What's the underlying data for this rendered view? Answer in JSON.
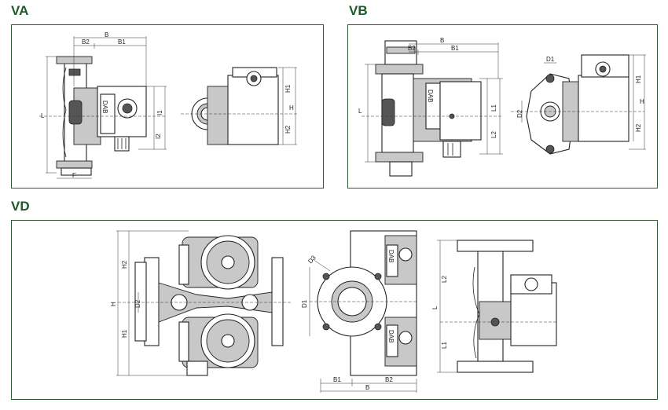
{
  "sections": {
    "va": {
      "title": "VA",
      "labels": {
        "B": "B",
        "B2": "B2",
        "B1": "B1",
        "L": "L",
        "F": "F",
        "I1": "I1",
        "I2": "I2",
        "H1": "H1",
        "H2": "H2",
        "H": "H"
      }
    },
    "vb": {
      "title": "VB",
      "labels": {
        "B": "B",
        "B2": "B2",
        "B1": "B1",
        "L": "L",
        "L1": "L1",
        "L2": "L2",
        "D1": "D1",
        "D2": "D2",
        "H1": "H1",
        "H2": "H2",
        "H": "H"
      }
    },
    "vd": {
      "title": "VD",
      "labels": {
        "H2": "H2",
        "H": "H",
        "H1": "H1",
        "D2": "D2",
        "D1": "D1",
        "D3": "D3",
        "B1": "B1",
        "B2": "B2",
        "B": "B",
        "L": "L",
        "L1": "L1",
        "L2": "L2"
      }
    }
  },
  "brand": "DAB",
  "colors": {
    "frame": "#2f5a34",
    "title": "#1e5a28",
    "line": "#222222",
    "fill": "#c8c8c8"
  }
}
